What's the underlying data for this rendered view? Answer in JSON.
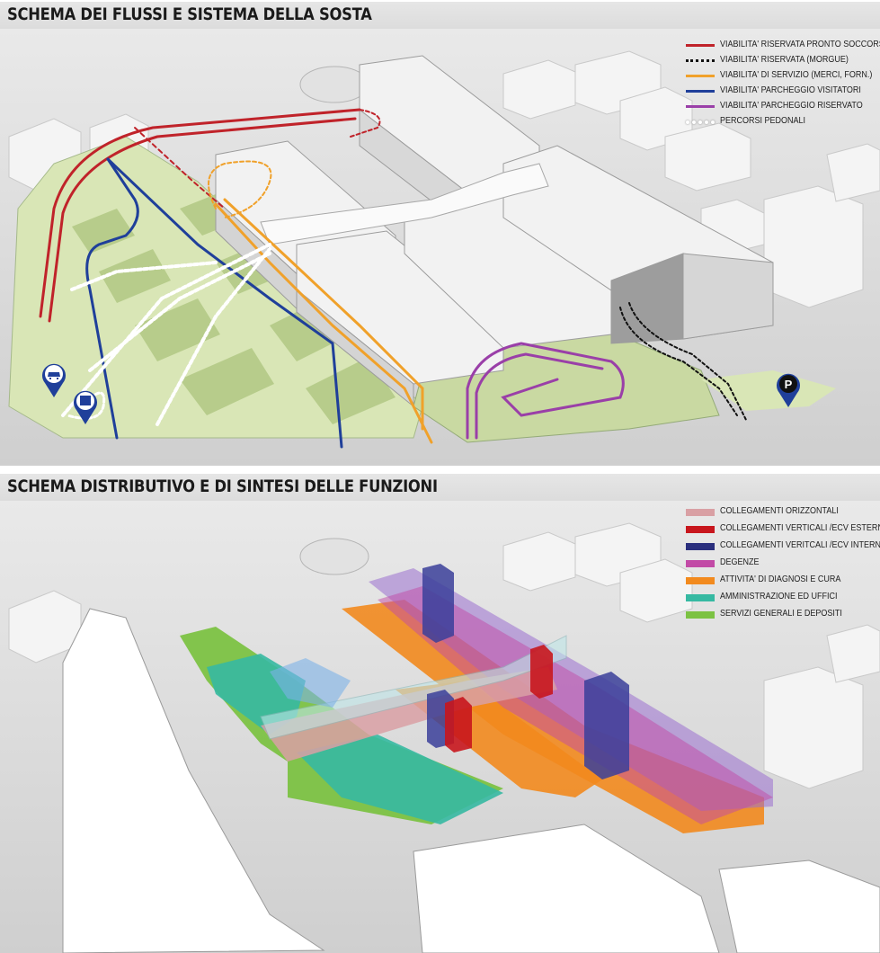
{
  "top": {
    "title": "SCHEMA DEI FLUSSI E SISTEMA DELLA SOSTA",
    "legend": [
      {
        "label": "VIABILITA' RISERVATA PRONTO SOCCORSO",
        "color": "#c0232a",
        "style": "solid"
      },
      {
        "label": "VIABILITA' RISERVATA (MORGUE)",
        "color": "#111111",
        "style": "dotted"
      },
      {
        "label": "VIABILITA' DI SERVIZIO (MERCI, FORN.)",
        "color": "#f0a12a",
        "style": "solid"
      },
      {
        "label": "VIABILITA' PARCHEGGIO VISITATORI",
        "color": "#1f3f9a",
        "style": "solid"
      },
      {
        "label": "VIABILITA' PARCHEGGIO RISERVATO",
        "color": "#9a3fa8",
        "style": "solid"
      },
      {
        "label": "PERCORSI PEDONALI",
        "color": "#ffffff",
        "style": "pedestrian"
      }
    ],
    "pins": [
      {
        "name": "taxi-pin",
        "icon": "taxi-icon",
        "color": "#1f3f9a"
      },
      {
        "name": "bus-pin",
        "icon": "bus-icon",
        "color": "#1f3f9a"
      },
      {
        "name": "parking-pin",
        "icon": "parking-icon",
        "label": "P",
        "color": "#1f3f9a"
      }
    ]
  },
  "bottom": {
    "title": "SCHEMA DISTRIBUTIVO E DI SINTESI DELLE FUNZIONI",
    "legend": [
      {
        "label": "COLLEGAMENTI ORIZZONTALI",
        "color": "#d9a0a4"
      },
      {
        "label": "COLLEGAMENTI VERTICALI /ECV ESTERNI",
        "color": "#c8161d"
      },
      {
        "label": "COLLEGAMENTI VERITCALI /ECV INTERNI",
        "color": "#2b2f7e"
      },
      {
        "label": "DEGENZE",
        "color": "#c24aa6"
      },
      {
        "label": "ATTIVITA' DI DIAGNOSI E CURA",
        "color": "#f28a1e"
      },
      {
        "label": "AMMINISTRAZIONE ED UFFICI",
        "color": "#36b9a2"
      },
      {
        "label": "SERVIZI GENERALI E DEPOSITI",
        "color": "#7cc243"
      }
    ]
  }
}
